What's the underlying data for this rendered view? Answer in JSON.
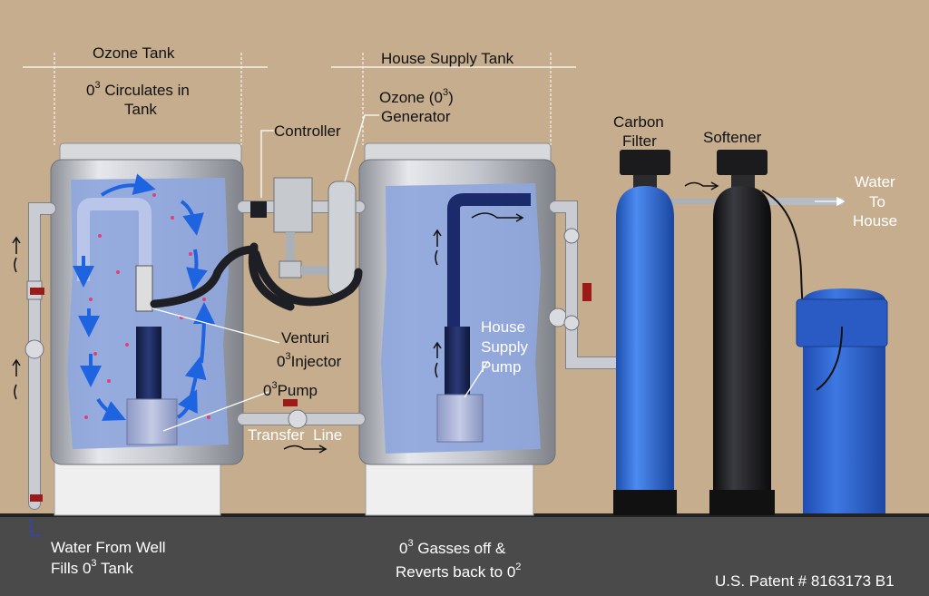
{
  "labels": {
    "ozone_tank": "Ozone Tank",
    "circulates_pre": "0",
    "circulates_sup": "3",
    "circulates_post": " Circulates in",
    "circulates_line2": "Tank",
    "house_supply_tank": "House Supply Tank",
    "controller": "Controller",
    "generator_line1_pre": "Ozone (0",
    "generator_line1_sup": "3",
    "generator_line1_post": ")",
    "generator_line2": "Generator",
    "carbon_filter_line1": "Carbon",
    "carbon_filter_line2": "Filter",
    "softener": "Softener",
    "water_line1": "Water",
    "water_line2": "To",
    "water_line3": "House",
    "venturi": "Venturi",
    "injector_pre": "0",
    "injector_sup": "3",
    "injector_post": "Injector",
    "pump_pre": "0",
    "pump_sup": "3",
    "pump_post": "Pump",
    "house_pump_line1": "House",
    "house_pump_line2": "Supply",
    "house_pump_line3": "Pump",
    "transfer_line": "Transfer  Line",
    "well_line1": "Water From Well",
    "well_line2_pre": "Fills 0",
    "well_line2_sup": "3",
    "well_line2_post": " Tank",
    "gasses_line1_pre": "0",
    "gasses_line1_sup": "3",
    "gasses_line1_post": " Gasses off &",
    "gasses_line2_pre": "Reverts back to 0",
    "gasses_line2_sup": "2",
    "patent": "U.S. Patent # 8163173 B1"
  },
  "colors": {
    "background": "#c5ad8e",
    "floor": "#4a4a4a",
    "water": "#8fa6dc",
    "flow_arrow": "#1e63e0",
    "carbon_filter": "#2f6fd6",
    "softener": "#1c1c1e",
    "brine_tank": "#2d62c8",
    "valve": "#9b1b1b"
  },
  "icons": [
    "flow-arrow-icon",
    "squiggle-arrow-icon",
    "valve-handle-icon",
    "bubble-icon"
  ]
}
